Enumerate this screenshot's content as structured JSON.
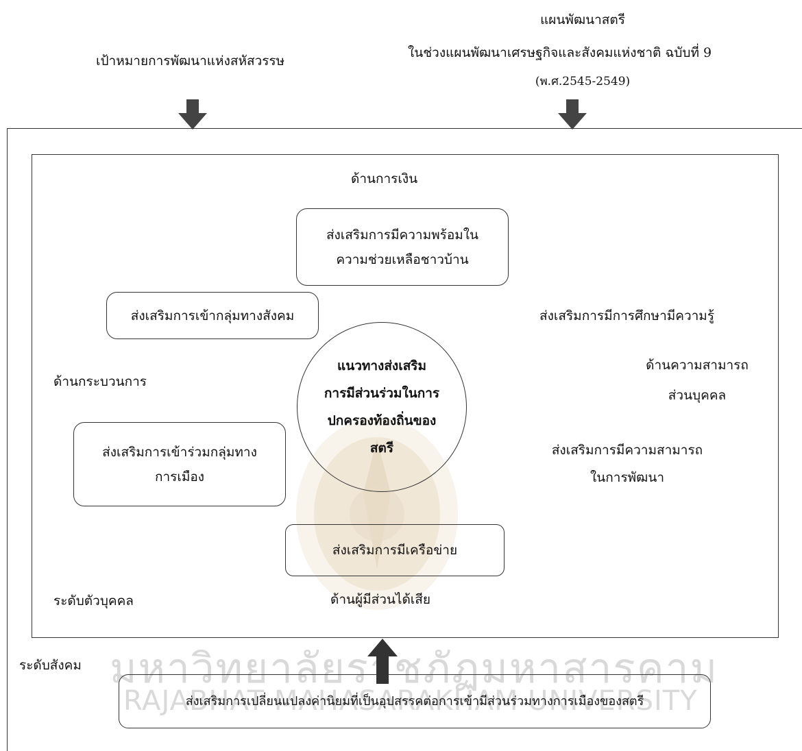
{
  "header": {
    "left_goal": "เป้าหมายการพัฒนาแห่งสหัสวรรษ",
    "right_plan_line1": "แผนพัฒนาสตรี",
    "right_plan_line2": "ในช่วงแผนพัฒนาเศรษฐกิจและสังคมแห่งชาติ ฉบับที่ 9",
    "right_plan_line3": "(พ.ศ.2545-2549)"
  },
  "diagram": {
    "finance_label": "ด้านการเงิน",
    "finance_box_line1": "ส่งเสริมการมีความพร้อมใน",
    "finance_box_line2": "ความช่วยเหลือชาวบ้าน",
    "social_group_box": "ส่งเสริมการเข้ากลุ่มทางสังคม",
    "education_text": "ส่งเสริมการมีการศึกษามีความรู้",
    "process_label": "ด้านกระบวนการ",
    "personal_ability_line1": "ด้านความสามารถ",
    "personal_ability_line2": "ส่วนบุคคล",
    "center_line1": "แนวทางส่งเสริม",
    "center_line2": "การมีส่วนร่วมในการ",
    "center_line3": "ปกครองท้องถิ่นของ",
    "center_line4": "สตรี",
    "political_box_line1": "ส่งเสริมการเข้าร่วมกลุ่มทาง",
    "political_box_line2": "การเมือง",
    "dev_ability_line1": "ส่งเสริมการมีความสามารถ",
    "dev_ability_line2": "ในการพัฒนา",
    "network_box": "ส่งเสริมการมีเครือข่าย",
    "stakeholder_label": "ด้านผู้มีส่วนได้เสีย",
    "individual_level": "ระดับตัวบุคคล",
    "social_level": "ระดับสังคม",
    "bottom_box": "ส่งเสริมการเปลี่ยนแปลงค่านิยมที่เป็นอุปสรรคต่อการเข้ามีส่วนร่วมทางการเมืองของสตรี"
  },
  "watermark": {
    "line1": "มหาวิทยาลัยราชภัฏมหาสารคาม",
    "line2": "RAJABHAT MAHASARAKHAM UNIVERSITY",
    "color": "#d9d9d9"
  },
  "colors": {
    "line": "#333333",
    "arrow": "#444444",
    "text": "#111111"
  }
}
